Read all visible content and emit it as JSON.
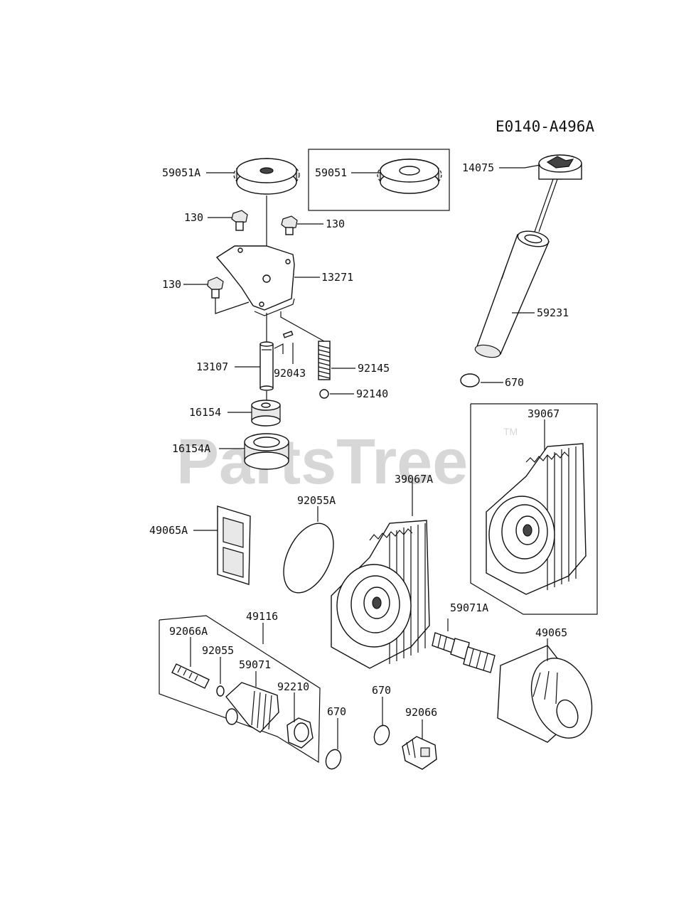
{
  "diagram_code": "E0140-A496A",
  "watermark": {
    "text": "PartsTree",
    "trademark": "TM"
  },
  "labels": {
    "gear_59051a": "59051A",
    "gear_59051": "59051",
    "bolt_130_a": "130",
    "bolt_130_b": "130",
    "bolt_130_c": "130",
    "plate_13271": "13271",
    "shaft_13107": "13107",
    "pin_92043": "92043",
    "spring_92145": "92145",
    "ball_92140": "92140",
    "rotor_16154": "16154",
    "rotor_16154a": "16154A",
    "dipstick_14075": "14075",
    "tube_59231": "59231",
    "oring_670_a": "670",
    "cooler_39067": "39067",
    "cooler_39067a": "39067A",
    "oring_92055a": "92055A",
    "screen_49065a": "49065A",
    "assy_49116": "49116",
    "fitting_92066a": "92066A",
    "washer_92055": "92055",
    "fitting_59071": "59071",
    "nut_92210": "92210",
    "oring_670_b": "670",
    "oring_670_c": "670",
    "plug_92066": "92066",
    "adapter_59071a": "59071A",
    "filter_49065": "49065"
  }
}
